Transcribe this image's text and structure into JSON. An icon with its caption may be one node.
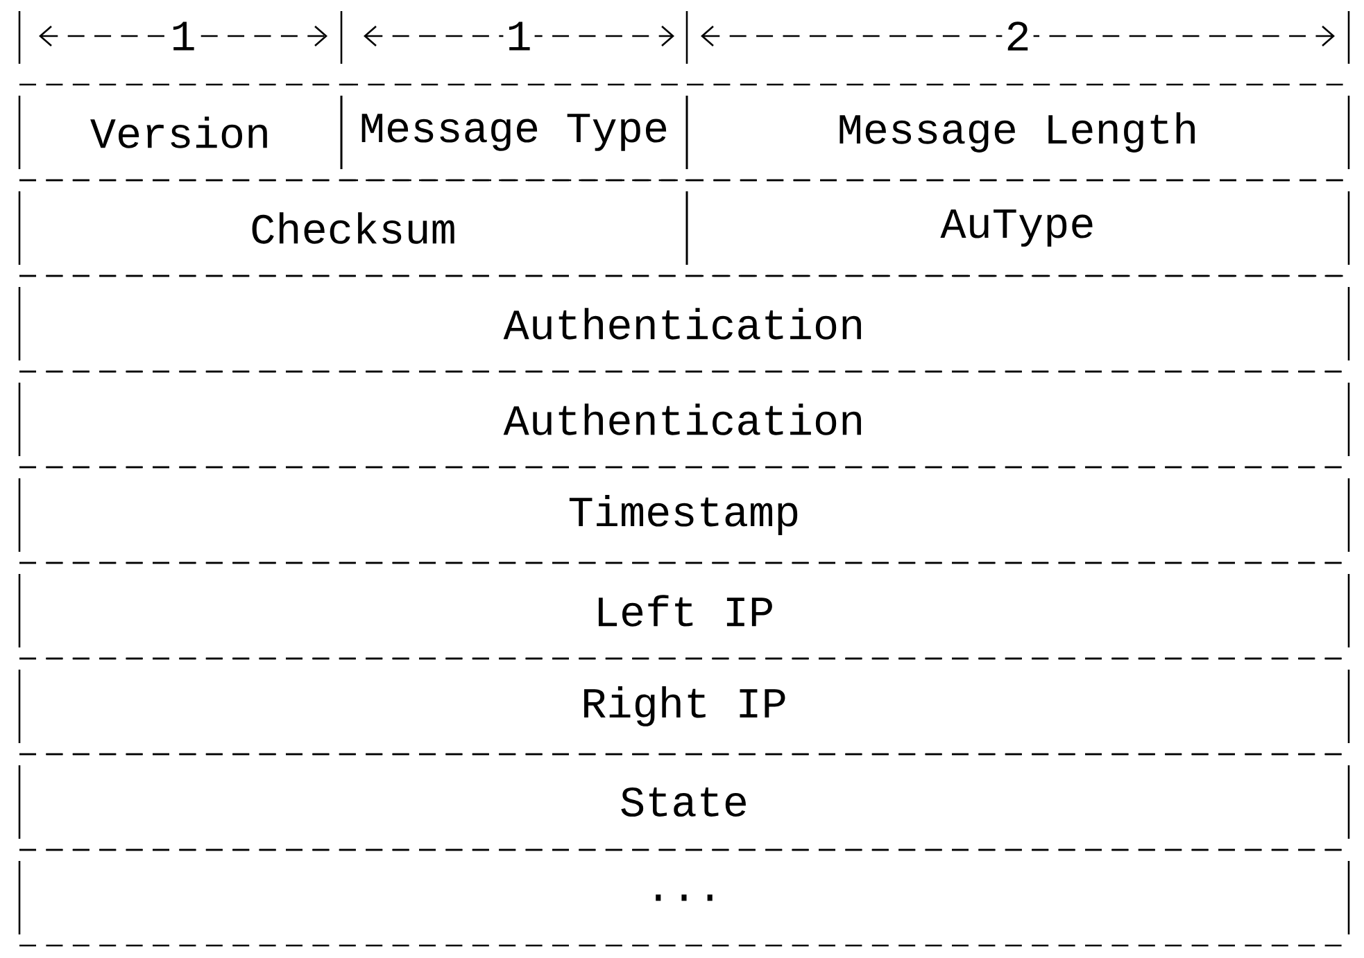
{
  "diagram": {
    "nodes": [
      {
        "text": [
          "Version"
        ]
      },
      {
        "text": [
          "Message Type"
        ]
      },
      {
        "text": [
          "Message Length"
        ]
      },
      {
        "text": [
          "Checksum"
        ]
      },
      {
        "text": [
          "AuType"
        ]
      },
      {
        "text": [
          "Authentication"
        ]
      },
      {
        "text": [
          "Authentication"
        ]
      },
      {
        "text": [
          "Timestamp"
        ]
      },
      {
        "text": [
          "Left IP"
        ]
      },
      {
        "text": [
          "Right IP"
        ]
      },
      {
        "text": [
          "State"
        ]
      },
      {
        "text": [
          "..."
        ]
      }
    ],
    "labels": [
      "1",
      "1",
      "2"
    ]
  }
}
